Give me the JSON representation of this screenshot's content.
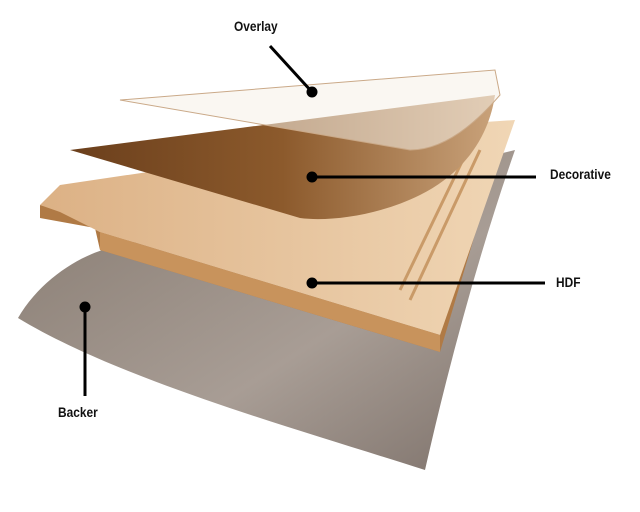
{
  "diagram": {
    "labels": {
      "overlay": "Overlay",
      "decorative": "Decorative",
      "hdf": "HDF",
      "backer": "Backer"
    },
    "colors": {
      "backer": "#8f847c",
      "hdf_top": "#e6c39a",
      "hdf_side": "#c8935c",
      "decorative": "#8a5a2e",
      "leader": "#000000"
    }
  }
}
